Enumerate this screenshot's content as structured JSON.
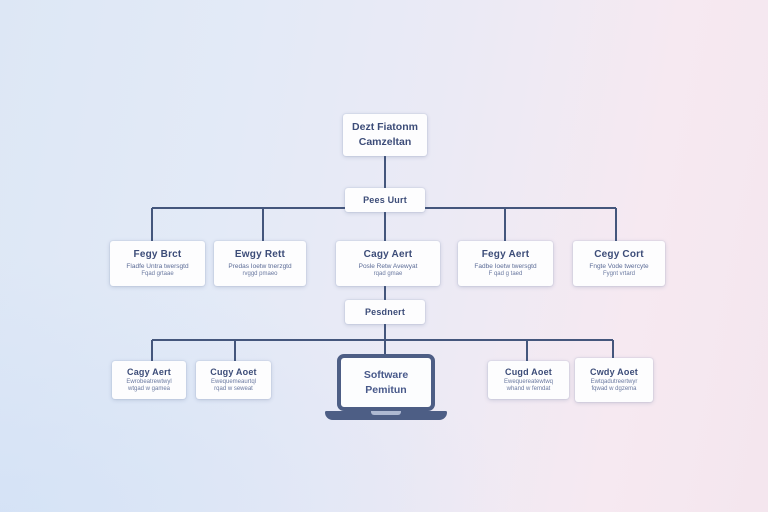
{
  "colors": {
    "background_left": "#dde7f5",
    "background_right": "#f6e9f1",
    "connector_line": "#44567c",
    "node_background": "#fdfdfe",
    "node_text": "#3c4c78",
    "laptop_frame": "#4d5e85"
  },
  "diagram": {
    "root": {
      "line1": "Dezt Fiatonm",
      "line2": "Camzeltan"
    },
    "level2": {
      "label": "Pees Uurt"
    },
    "middle_row": [
      {
        "title": "Fegy Brct",
        "line1": "Fladfe Untra twersgtd",
        "line2": "Fqad grtaae"
      },
      {
        "title": "Ewgy Rett",
        "line1": "Predas Ioetw tnerzgtd",
        "line2": "rvggd pmaeo"
      },
      {
        "title": "Cagy Aert",
        "line1": "Posle Retw Avewyat",
        "line2": "rqad gmae"
      },
      {
        "title": "Fegy Aert",
        "line1": "Fadbe Ioetw twersgtd",
        "line2": "F qad g taed"
      },
      {
        "title": "Cegy Cort",
        "line1": "Fngte Vode twercyte",
        "line2": "Fygnt vrtard"
      }
    ],
    "level3": {
      "label": "Pesdnert"
    },
    "bottom_row": [
      {
        "title": "Cagy Aert",
        "line1": "Ewrobeatrewtwyl",
        "line2": "wtgad w gamea"
      },
      {
        "title": "Cugy Aoet",
        "line1": "Ewequemeaurtql",
        "line2": "rqad w seweat"
      },
      {
        "title": "Cugd Aoet",
        "line1": "Ewequereatewtwq",
        "line2": "whand w femdat"
      },
      {
        "title": "Cwdy Aoet",
        "line1": "Ewtqadutreertwyr",
        "line2": "fqwad w dgzema"
      }
    ],
    "laptop": {
      "line1": "Software",
      "line2": "Pemitun"
    }
  }
}
